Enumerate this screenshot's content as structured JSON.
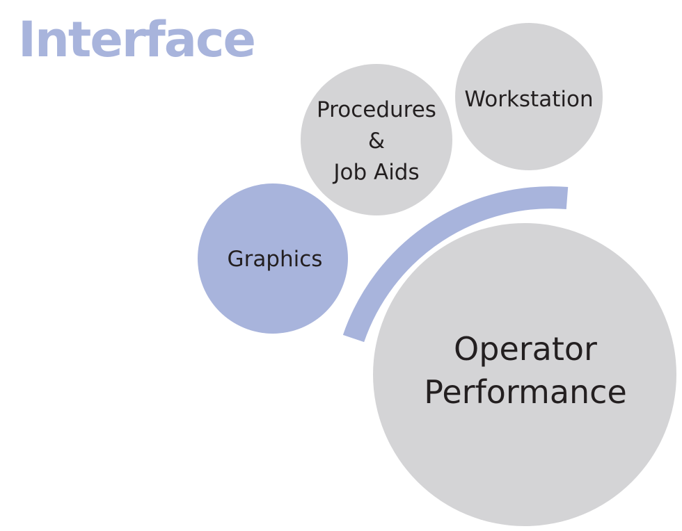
{
  "title": "Interface",
  "colors": {
    "accent": "#a8b4dc",
    "bubble_gray": "#d4d4d6",
    "text": "#231f20"
  },
  "bubbles": {
    "workstation": {
      "label": "Workstation"
    },
    "procedures": {
      "lines": [
        "Procedures",
        "&",
        "Job Aids"
      ]
    },
    "graphics": {
      "label": "Graphics"
    },
    "operator_performance": {
      "lines": [
        "Operator",
        "Performance"
      ]
    }
  }
}
